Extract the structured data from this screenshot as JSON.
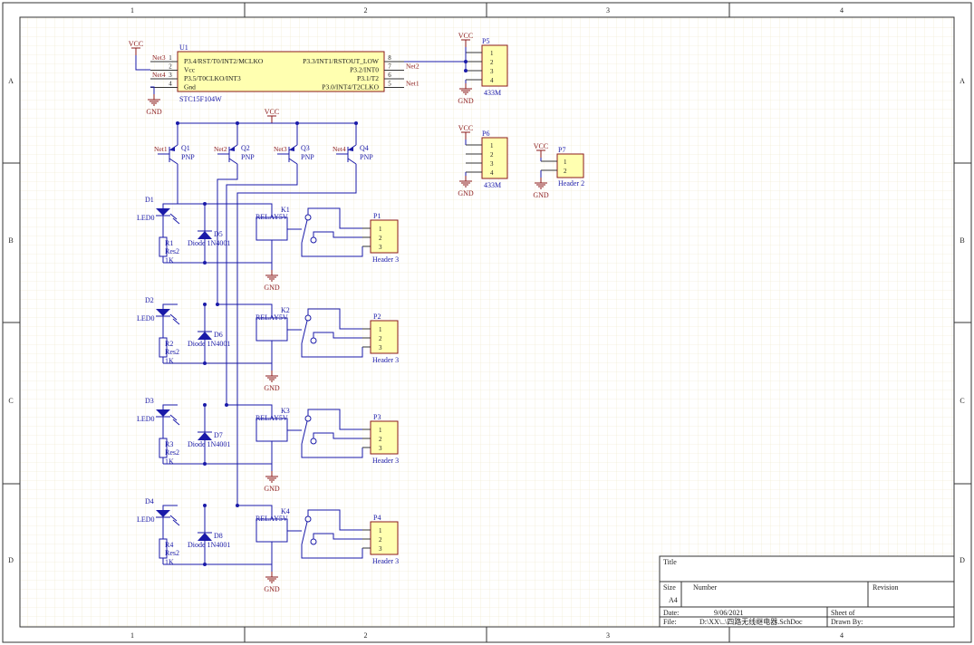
{
  "border": {
    "columns": [
      "1",
      "2",
      "3",
      "4"
    ],
    "rows": [
      "A",
      "B",
      "C",
      "D"
    ]
  },
  "power": {
    "vcc": "VCC",
    "gnd": "GND"
  },
  "u1": {
    "designator": "U1",
    "comment": "STC15F104W",
    "left_pins": [
      {
        "name": "P3.4/RST/T0/INT2/MCLKO",
        "num": "1",
        "net": "Net3"
      },
      {
        "name": "Vcc",
        "num": "2",
        "net": ""
      },
      {
        "name": "P3.5/T0CLKO/INT3",
        "num": "3",
        "net": "Net4"
      },
      {
        "name": "Gnd",
        "num": "4",
        "net": ""
      }
    ],
    "right_pins": [
      {
        "name": "P3.3/INT1/RSTOUT_LOW",
        "num": "8",
        "net": ""
      },
      {
        "name": "P3.2/INT0",
        "num": "7",
        "net": "Net2"
      },
      {
        "name": "P3.1/T2",
        "num": "6",
        "net": ""
      },
      {
        "name": "P3.0/INT4/T2CLKO",
        "num": "5",
        "net": "Net1"
      }
    ]
  },
  "receivers": [
    {
      "designator": "P5",
      "comment": "433M",
      "pins": [
        "1",
        "2",
        "3",
        "4"
      ]
    },
    {
      "designator": "P6",
      "comment": "433M",
      "pins": [
        "1",
        "2",
        "3",
        "4"
      ]
    }
  ],
  "p7": {
    "designator": "P7",
    "comment": "Header 2",
    "pins": [
      "1",
      "2"
    ]
  },
  "transistors": [
    {
      "designator": "Q1",
      "type": "PNP",
      "net": "Net1"
    },
    {
      "designator": "Q2",
      "type": "PNP",
      "net": "Net2"
    },
    {
      "designator": "Q3",
      "type": "PNP",
      "net": "Net3"
    },
    {
      "designator": "Q4",
      "type": "PNP",
      "net": "Net4"
    }
  ],
  "channels": [
    {
      "led": "D1",
      "led_type": "LED0",
      "diode": "D5",
      "diode_type": "Diode 1N4001",
      "res": "R1",
      "res_type": "Res2",
      "res_val": "1K",
      "relay": "K1",
      "relay_type": "RELAY5V",
      "header": "P1",
      "header_type": "Header 3",
      "pins": [
        "1",
        "2",
        "3"
      ]
    },
    {
      "led": "D2",
      "led_type": "LED0",
      "diode": "D6",
      "diode_type": "Diode 1N4001",
      "res": "R2",
      "res_type": "Res2",
      "res_val": "1K",
      "relay": "K2",
      "relay_type": "RELAY5V",
      "header": "P2",
      "header_type": "Header 3",
      "pins": [
        "1",
        "2",
        "3"
      ]
    },
    {
      "led": "D3",
      "led_type": "LED0",
      "diode": "D7",
      "diode_type": "Diode 1N4001",
      "res": "R3",
      "res_type": "Res2",
      "res_val": "1K",
      "relay": "K3",
      "relay_type": "RELAY5V",
      "header": "P3",
      "header_type": "Header 3",
      "pins": [
        "1",
        "2",
        "3"
      ]
    },
    {
      "led": "D4",
      "led_type": "LED0",
      "diode": "D8",
      "diode_type": "Diode 1N4001",
      "res": "R4",
      "res_type": "Res2",
      "res_val": "1K",
      "relay": "K4",
      "relay_type": "RELAY5V",
      "header": "P4",
      "header_type": "Header 3",
      "pins": [
        "1",
        "2",
        "3"
      ]
    }
  ],
  "title_block": {
    "title_label": "Title",
    "size_label": "Size",
    "size_value": "A4",
    "number_label": "Number",
    "revision_label": "Revision",
    "date_label": "Date:",
    "date_value": "9/06/2021",
    "sheet_label": "Sheet   of",
    "file_label": "File:",
    "file_value": "D:\\XX\\..\\四路无线继电器.SchDoc",
    "drawn_label": "Drawn By:"
  },
  "colors": {
    "component": "#1a1aa8",
    "net": "#8b1a1a",
    "body_fill": "#ffffb0",
    "grid": "#ece6c8"
  }
}
